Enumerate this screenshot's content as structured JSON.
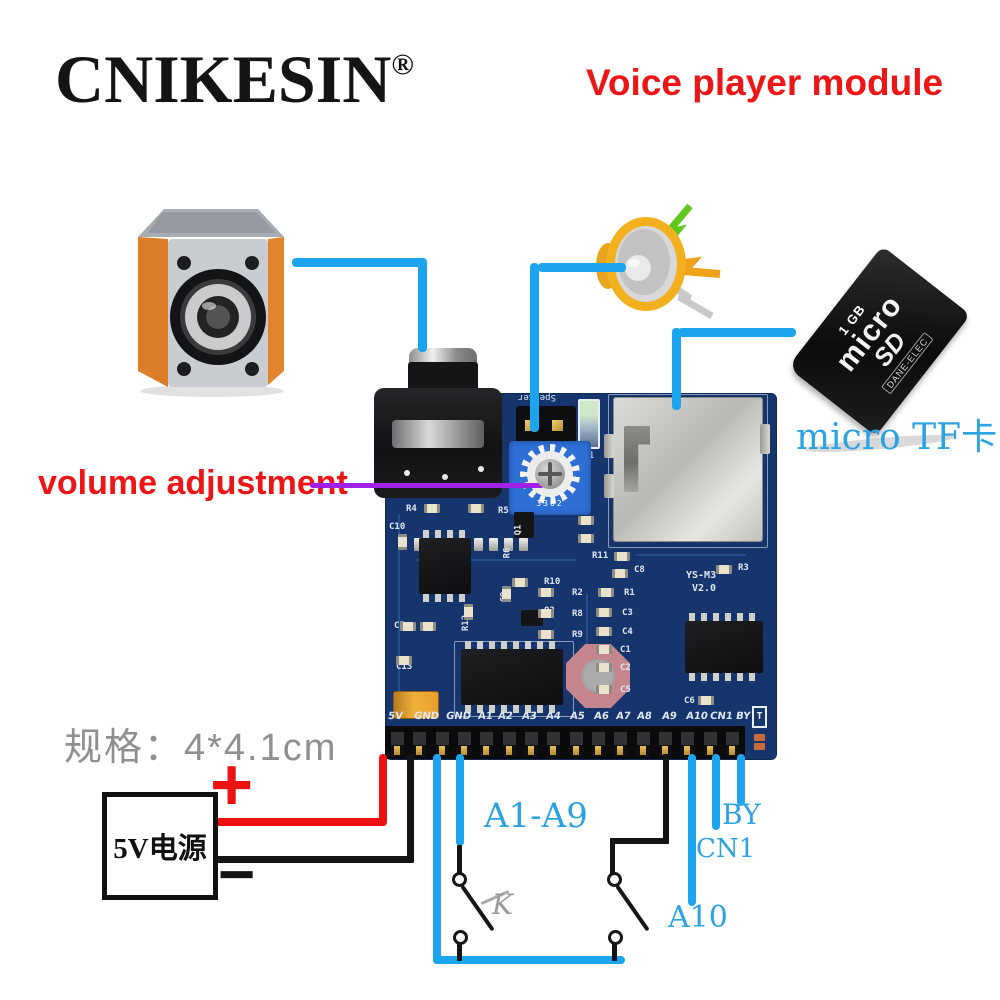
{
  "header": {
    "logo": "CNIKESIN",
    "reg": "®",
    "title": "Voice player module"
  },
  "annotations": {
    "volume": "volume adjustment",
    "spec": "规格：4*4.1cm",
    "power": "5V电源",
    "plus": "+",
    "minus": "−",
    "a1a9": "A1-A9",
    "k": "K",
    "a10": "A10",
    "cn1": "CN1",
    "by": "BY",
    "micro_tf": "micro TF卡"
  },
  "sd_card": {
    "capacity": "1 GB",
    "brand": "micro",
    "logo": "SD",
    "maker": "DANE-ELEC"
  },
  "pcb": {
    "speaker_label": "Speaker",
    "led_label": "DL1",
    "model": "YS-M3",
    "version": "V2.0",
    "pot_digits": "3362",
    "t_label": "T",
    "pins": [
      "5V",
      "GND",
      "GND",
      "A1",
      "A2",
      "A3",
      "A4",
      "A5",
      "A6",
      "A7",
      "A8",
      "A9",
      "A10",
      "CN1",
      "BY"
    ],
    "silkscreen": [
      "R4",
      "R5",
      "C10",
      "Q1",
      "R6",
      "R11",
      "C8",
      "R3",
      "R10",
      "C9",
      "Q2",
      "R2",
      "R8",
      "R9",
      "R1",
      "C3",
      "C4",
      "C1",
      "C2",
      "C5",
      "R12",
      "C7",
      "C13",
      "C6"
    ]
  },
  "colors": {
    "wire_blue": "#1da4ee",
    "wire_red": "#ee1111",
    "wire_black": "#141414",
    "annotation_purple": "#a020e8",
    "label_blue": "#2ba2e2",
    "title_red": "#ed1515",
    "pcb_blue": "#16356d",
    "spec_gray": "#8f8f8f"
  }
}
